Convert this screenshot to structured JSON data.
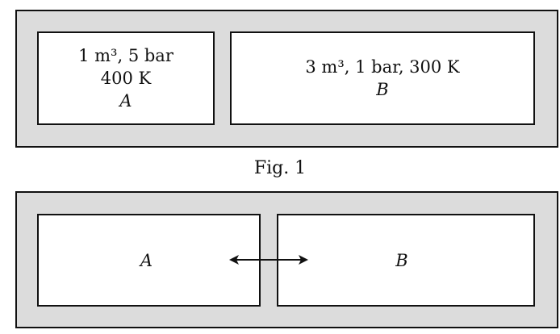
{
  "fig1": {
    "caption": "Fig. 1",
    "box_a": {
      "line1": "1 m³, 5 bar",
      "line2": "400 K",
      "label": "A"
    },
    "box_b": {
      "line1": "3 m³, 1 bar, 300 K",
      "label": "B"
    }
  },
  "fig2": {
    "box_a": {
      "label": "A"
    },
    "box_b": {
      "label": "B"
    }
  },
  "colors": {
    "fill": "#dcdcdc",
    "stroke": "#111111"
  }
}
